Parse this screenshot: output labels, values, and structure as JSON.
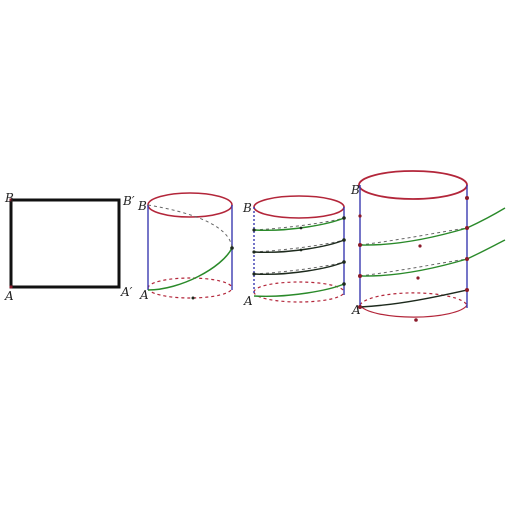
{
  "labels": {
    "rect_top_left": "B",
    "rect_top_right": "B′",
    "rect_bottom_left": "A",
    "rect_bottom_right": "A′",
    "cyl1_top": "B",
    "cyl1_bottom": "A",
    "cyl2_top": "B",
    "cyl2_bottom": "A",
    "cyl3_top": "B",
    "cyl3_bottom": "A"
  },
  "colors": {
    "rectangle": "#111111",
    "cylinder_rim": "#b3263a",
    "cylinder_side": "#3a3ab0",
    "helix_front": "#2a8a2a",
    "helix_dark": "#1d2a1d",
    "hidden_path": "#666666",
    "point": "#8a1a2a"
  }
}
